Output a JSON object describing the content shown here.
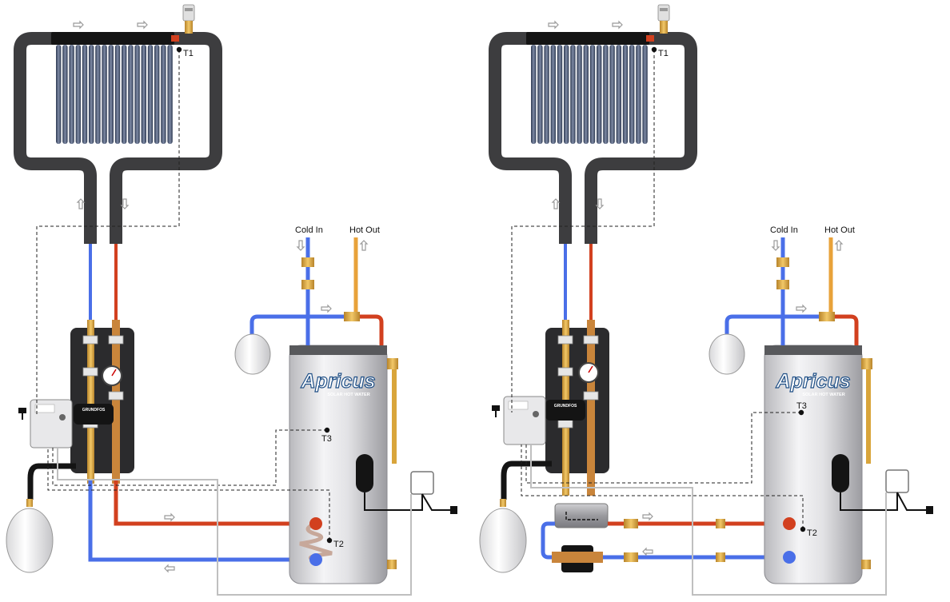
{
  "sensors": {
    "t1": "T1",
    "t2": "T2",
    "t3": "T3"
  },
  "labels": {
    "cold_in": "Cold In",
    "hot_out": "Hot Out"
  },
  "tank": {
    "brand": "Apricus",
    "tagline": "SOLAR HOT WATER"
  },
  "pump": {
    "brand": "GRUNDFOS"
  },
  "colors": {
    "cold_pipe": "#4a6fe8",
    "hot_pipe": "#d2401f",
    "dhw_hot_pipe": "#e8a23a",
    "insulated_pipe": "#3d3d3f",
    "brass": "#d9a53b",
    "sensor_wire": "#222222"
  },
  "icons": {
    "flow_arrow": "double-line-arrow-icon",
    "power_plug": "power-plug-icon",
    "air_vent": "air-vent-icon"
  }
}
